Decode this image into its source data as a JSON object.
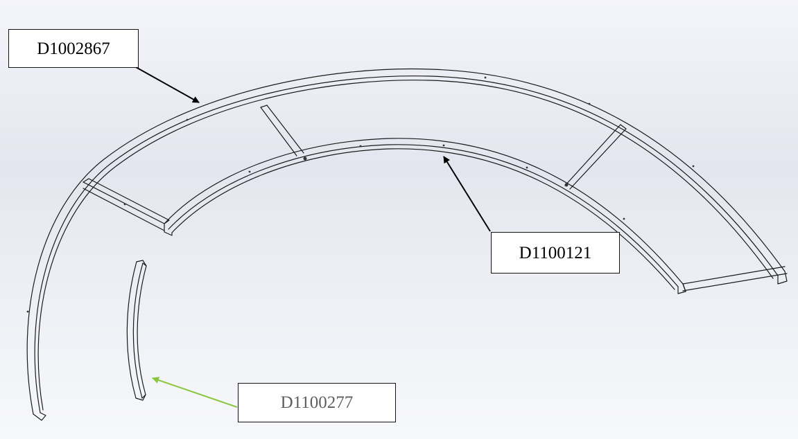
{
  "labels": {
    "top_frame": "D1002867",
    "inner_arc": "D1100121",
    "small_arc": "D1100277"
  },
  "colors": {
    "background": "#e8eaf1",
    "frame_fill": "#ffffff",
    "frame_stroke": "#1a1a1a",
    "arrow_black": "#000000",
    "arrow_green": "#8cc63f",
    "small_label_text": "#5e5e5e"
  }
}
